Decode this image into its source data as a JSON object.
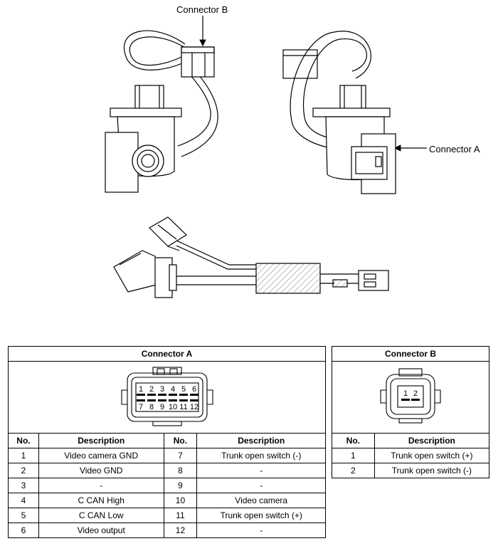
{
  "callouts": {
    "connector_b": "Connector B",
    "connector_a": "Connector A"
  },
  "connector_a": {
    "title": "Connector A",
    "pin_labels_top": [
      "1",
      "2",
      "3",
      "4",
      "5",
      "6"
    ],
    "pin_labels_bottom": [
      "7",
      "8",
      "9",
      "10",
      "11",
      "12"
    ],
    "headers": [
      "No.",
      "Description",
      "No.",
      "Description"
    ],
    "rows": [
      [
        "1",
        "Video camera GND",
        "7",
        "Trunk open switch (-)"
      ],
      [
        "2",
        "Video GND",
        "8",
        "-"
      ],
      [
        "3",
        "-",
        "9",
        "-"
      ],
      [
        "4",
        "C CAN High",
        "10",
        "Video camera"
      ],
      [
        "5",
        "C CAN Low",
        "11",
        "Trunk open switch (+)"
      ],
      [
        "6",
        "Video output",
        "12",
        "-"
      ]
    ]
  },
  "connector_b": {
    "title": "Connector B",
    "pin_labels": [
      "1",
      "2"
    ],
    "headers": [
      "No.",
      "Description"
    ],
    "rows": [
      [
        "1",
        "Trunk open switch (+)"
      ],
      [
        "2",
        "Trunk open switch (-)"
      ]
    ]
  }
}
